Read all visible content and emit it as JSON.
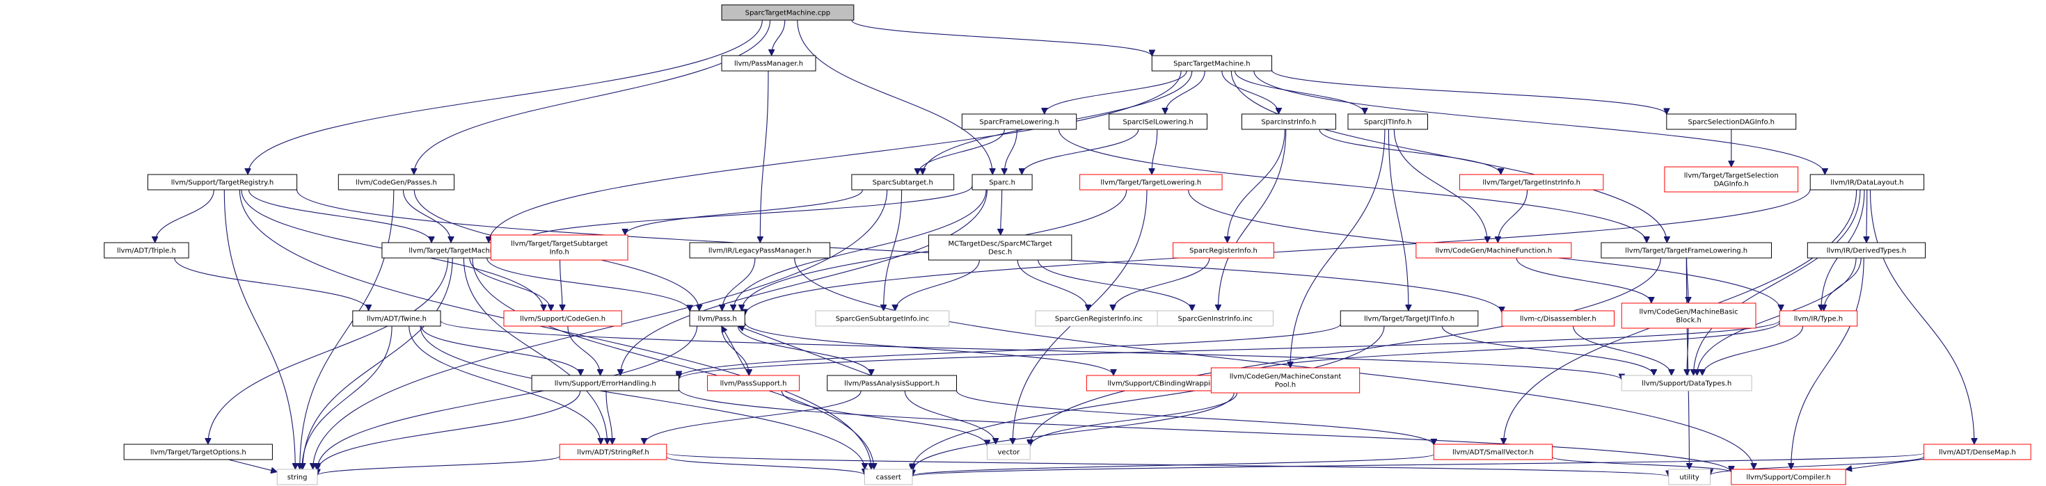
{
  "colors": {
    "edge": "#191970",
    "border_normal": "#000000",
    "border_red": "#ff0000",
    "border_gray": "#bfbfbf",
    "root_fill": "#bfbfbf",
    "fill": "#ffffff"
  },
  "nodes": [
    {
      "id": "root",
      "lines": [
        "SparcTargetMachine.cpp"
      ],
      "style": "root"
    },
    {
      "id": "passmgr",
      "lines": [
        "llvm/PassManager.h"
      ],
      "style": "normal"
    },
    {
      "id": "stm_h",
      "lines": [
        "SparcTargetMachine.h"
      ],
      "style": "normal"
    },
    {
      "id": "frame",
      "lines": [
        "SparcFrameLowering.h"
      ],
      "style": "normal"
    },
    {
      "id": "isel",
      "lines": [
        "SparcISelLowering.h"
      ],
      "style": "normal"
    },
    {
      "id": "instrinfo",
      "lines": [
        "SparcInstrInfo.h"
      ],
      "style": "normal"
    },
    {
      "id": "jitinfo",
      "lines": [
        "SparcJITInfo.h"
      ],
      "style": "normal"
    },
    {
      "id": "seldag",
      "lines": [
        "SparcSelectionDAGInfo.h"
      ],
      "style": "normal"
    },
    {
      "id": "seldag_t",
      "lines": [
        "llvm/Target/TargetSelection",
        "DAGInfo.h"
      ],
      "style": "red"
    },
    {
      "id": "reg",
      "lines": [
        "llvm/Support/TargetRegistry.h"
      ],
      "style": "normal"
    },
    {
      "id": "passes",
      "lines": [
        "llvm/CodeGen/Passes.h"
      ],
      "style": "normal"
    },
    {
      "id": "subtarget",
      "lines": [
        "SparcSubtarget.h"
      ],
      "style": "normal"
    },
    {
      "id": "sparc_h",
      "lines": [
        "Sparc.h"
      ],
      "style": "normal"
    },
    {
      "id": "tlower",
      "lines": [
        "llvm/Target/TargetLowering.h"
      ],
      "style": "red"
    },
    {
      "id": "tinstr",
      "lines": [
        "llvm/Target/TargetInstrInfo.h"
      ],
      "style": "red"
    },
    {
      "id": "datalayout",
      "lines": [
        "llvm/IR/DataLayout.h"
      ],
      "style": "normal"
    },
    {
      "id": "triple",
      "lines": [
        "llvm/ADT/Triple.h"
      ],
      "style": "normal"
    },
    {
      "id": "tm",
      "lines": [
        "llvm/Target/TargetMachine.h"
      ],
      "style": "normal"
    },
    {
      "id": "tsub",
      "lines": [
        "llvm/Target/TargetSubtarget",
        "Info.h"
      ],
      "style": "red"
    },
    {
      "id": "legacy",
      "lines": [
        "llvm/IR/LegacyPassManager.h"
      ],
      "style": "normal"
    },
    {
      "id": "mcdesc",
      "lines": [
        "MCTargetDesc/SparcMCTarget",
        "Desc.h"
      ],
      "style": "normal"
    },
    {
      "id": "reginfo",
      "lines": [
        "SparcRegisterInfo.h"
      ],
      "style": "red"
    },
    {
      "id": "mfunc",
      "lines": [
        "llvm/CodeGen/MachineFunction.h"
      ],
      "style": "red"
    },
    {
      "id": "tframe",
      "lines": [
        "llvm/Target/TargetFrameLowering.h"
      ],
      "style": "normal"
    },
    {
      "id": "dtypes",
      "lines": [
        "llvm/IR/DerivedTypes.h"
      ],
      "style": "normal"
    },
    {
      "id": "twine",
      "lines": [
        "llvm/ADT/Twine.h"
      ],
      "style": "normal"
    },
    {
      "id": "scodegen",
      "lines": [
        "llvm/Support/CodeGen.h"
      ],
      "style": "red"
    },
    {
      "id": "pass",
      "lines": [
        "llvm/Pass.h"
      ],
      "style": "normal"
    },
    {
      "id": "subinc",
      "lines": [
        "SparcGenSubtargetInfo.inc"
      ],
      "style": "gray"
    },
    {
      "id": "reginc",
      "lines": [
        "SparcGenRegisterInfo.inc"
      ],
      "style": "gray"
    },
    {
      "id": "instrinc",
      "lines": [
        "SparcGenInstrInfo.inc"
      ],
      "style": "gray"
    },
    {
      "id": "tjit",
      "lines": [
        "llvm/Target/TargetJITInfo.h"
      ],
      "style": "normal"
    },
    {
      "id": "disasm",
      "lines": [
        "llvm-c/Disassembler.h"
      ],
      "style": "red"
    },
    {
      "id": "mbb",
      "lines": [
        "llvm/CodeGen/MachineBasic",
        "Block.h"
      ],
      "style": "red"
    },
    {
      "id": "irtype",
      "lines": [
        "llvm/IR/Type.h"
      ],
      "style": "red"
    },
    {
      "id": "errh",
      "lines": [
        "llvm/Support/ErrorHandling.h"
      ],
      "style": "normal"
    },
    {
      "id": "psupport",
      "lines": [
        "llvm/PassSupport.h"
      ],
      "style": "red"
    },
    {
      "id": "panalysis",
      "lines": [
        "llvm/PassAnalysisSupport.h"
      ],
      "style": "normal"
    },
    {
      "id": "cbind",
      "lines": [
        "llvm/Support/CBindingWrapping.h"
      ],
      "style": "red"
    },
    {
      "id": "mcpool",
      "lines": [
        "llvm/CodeGen/MachineConstant",
        "Pool.h"
      ],
      "style": "red"
    },
    {
      "id": "datatypes",
      "lines": [
        "llvm/Support/DataTypes.h"
      ],
      "style": "gray"
    },
    {
      "id": "topts",
      "lines": [
        "llvm/Target/TargetOptions.h"
      ],
      "style": "normal"
    },
    {
      "id": "stringref",
      "lines": [
        "llvm/ADT/StringRef.h"
      ],
      "style": "red"
    },
    {
      "id": "vector",
      "lines": [
        "vector"
      ],
      "style": "gray"
    },
    {
      "id": "smallvec",
      "lines": [
        "llvm/ADT/SmallVector.h"
      ],
      "style": "red"
    },
    {
      "id": "densemap",
      "lines": [
        "llvm/ADT/DenseMap.h"
      ],
      "style": "red"
    },
    {
      "id": "string",
      "lines": [
        "string"
      ],
      "style": "gray"
    },
    {
      "id": "cassert",
      "lines": [
        "cassert"
      ],
      "style": "gray"
    },
    {
      "id": "utility",
      "lines": [
        "utility"
      ],
      "style": "gray"
    },
    {
      "id": "compiler",
      "lines": [
        "llvm/Support/Compiler.h"
      ],
      "style": "red"
    }
  ],
  "edges": [
    [
      "root",
      "passmgr"
    ],
    [
      "root",
      "stm_h"
    ],
    [
      "root",
      "reg"
    ],
    [
      "root",
      "passes"
    ],
    [
      "root",
      "sparc_h"
    ],
    [
      "passmgr",
      "legacy"
    ],
    [
      "stm_h",
      "frame"
    ],
    [
      "stm_h",
      "isel"
    ],
    [
      "stm_h",
      "instrinfo"
    ],
    [
      "stm_h",
      "jitinfo"
    ],
    [
      "stm_h",
      "seldag"
    ],
    [
      "stm_h",
      "datalayout"
    ],
    [
      "stm_h",
      "subtarget"
    ],
    [
      "stm_h",
      "tm"
    ],
    [
      "stm_h",
      "tframe"
    ],
    [
      "seldag",
      "seldag_t"
    ],
    [
      "frame",
      "subtarget"
    ],
    [
      "frame",
      "sparc_h"
    ],
    [
      "frame",
      "tframe"
    ],
    [
      "isel",
      "sparc_h"
    ],
    [
      "isel",
      "tlower"
    ],
    [
      "instrinfo",
      "reginfo"
    ],
    [
      "instrinfo",
      "tinstr"
    ],
    [
      "instrinfo",
      "instrinc"
    ],
    [
      "jitinfo",
      "tjit"
    ],
    [
      "jitinfo",
      "mfunc"
    ],
    [
      "jitinfo",
      "mcpool"
    ],
    [
      "reg",
      "triple"
    ],
    [
      "reg",
      "tm"
    ],
    [
      "reg",
      "scodegen"
    ],
    [
      "reg",
      "disasm"
    ],
    [
      "reg",
      "string"
    ],
    [
      "reg",
      "cassert"
    ],
    [
      "passes",
      "tm"
    ],
    [
      "passes",
      "pass"
    ],
    [
      "passes",
      "string"
    ],
    [
      "subtarget",
      "tsub"
    ],
    [
      "subtarget",
      "subinc"
    ],
    [
      "subtarget",
      "string"
    ],
    [
      "sparc_h",
      "mcdesc"
    ],
    [
      "sparc_h",
      "tm"
    ],
    [
      "sparc_h",
      "errh"
    ],
    [
      "sparc_h",
      "pass"
    ],
    [
      "tlower",
      "pass"
    ],
    [
      "tlower",
      "vector"
    ],
    [
      "tlower",
      "irtype"
    ],
    [
      "tinstr",
      "mfunc"
    ],
    [
      "datalayout",
      "dtypes"
    ],
    [
      "datalayout",
      "irtype"
    ],
    [
      "datalayout",
      "datatypes"
    ],
    [
      "datalayout",
      "densemap"
    ],
    [
      "datalayout",
      "smallvec"
    ],
    [
      "datalayout",
      "pass"
    ],
    [
      "triple",
      "twine"
    ],
    [
      "tm",
      "topts"
    ],
    [
      "tm",
      "scodegen"
    ],
    [
      "tm",
      "pass"
    ],
    [
      "tm",
      "stringref"
    ],
    [
      "tm",
      "string"
    ],
    [
      "tm",
      "cassert"
    ],
    [
      "tsub",
      "scodegen"
    ],
    [
      "legacy",
      "pass"
    ],
    [
      "legacy",
      "compiler"
    ],
    [
      "mcdesc",
      "subinc"
    ],
    [
      "mcdesc",
      "reginc"
    ],
    [
      "mcdesc",
      "instrinc"
    ],
    [
      "reginfo",
      "reginc"
    ],
    [
      "mfunc",
      "mbb"
    ],
    [
      "tframe",
      "mbb"
    ],
    [
      "tframe",
      "utility"
    ],
    [
      "tframe",
      "vector"
    ],
    [
      "dtypes",
      "irtype"
    ],
    [
      "dtypes",
      "datatypes"
    ],
    [
      "dtypes",
      "compiler"
    ],
    [
      "twine",
      "stringref"
    ],
    [
      "twine",
      "errh"
    ],
    [
      "twine",
      "string"
    ],
    [
      "twine",
      "cassert"
    ],
    [
      "twine",
      "datatypes"
    ],
    [
      "scodegen",
      "errh"
    ],
    [
      "pass",
      "psupport"
    ],
    [
      "pass",
      "panalysis"
    ],
    [
      "pass",
      "cbind"
    ],
    [
      "pass",
      "string"
    ],
    [
      "tjit",
      "datatypes"
    ],
    [
      "tjit",
      "errh"
    ],
    [
      "tjit",
      "cassert"
    ],
    [
      "disasm",
      "datatypes"
    ],
    [
      "mbb",
      "datatypes"
    ],
    [
      "irtype",
      "datatypes"
    ],
    [
      "irtype",
      "cbind"
    ],
    [
      "irtype",
      "errh"
    ],
    [
      "errh",
      "stringref"
    ],
    [
      "errh",
      "string"
    ],
    [
      "errh",
      "compiler"
    ],
    [
      "psupport",
      "pass"
    ],
    [
      "psupport",
      "vector"
    ],
    [
      "panalysis",
      "pass"
    ],
    [
      "panalysis",
      "stringref"
    ],
    [
      "panalysis",
      "vector"
    ],
    [
      "panalysis",
      "smallvec"
    ],
    [
      "mcpool",
      "vector"
    ],
    [
      "mcpool",
      "cassert"
    ],
    [
      "topts",
      "string"
    ],
    [
      "stringref",
      "string"
    ],
    [
      "stringref",
      "cassert"
    ],
    [
      "stringref",
      "utility"
    ],
    [
      "smallvec",
      "cassert"
    ],
    [
      "smallvec",
      "compiler"
    ],
    [
      "densemap",
      "cassert"
    ],
    [
      "densemap",
      "utility"
    ],
    [
      "densemap",
      "compiler"
    ]
  ]
}
